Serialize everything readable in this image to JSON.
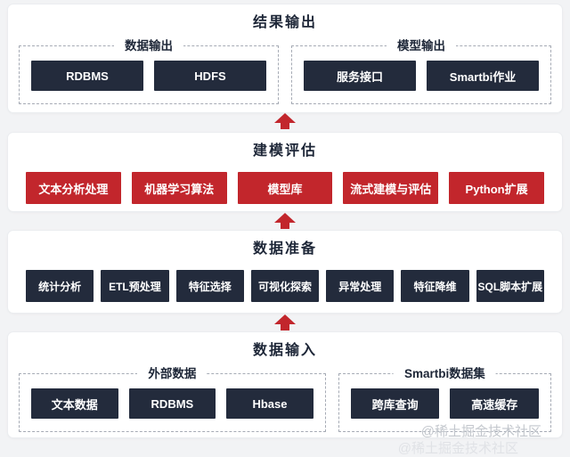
{
  "watermark": {
    "text": "@稀土掘金技术社区"
  },
  "colors": {
    "accent_red": "#c2262c",
    "dark_navy": "#232b3c",
    "title_text": "#1d2637",
    "dashed_border": "#a6abb5",
    "page_background": "#f2f3f5",
    "watermark": "#c3c7cd"
  },
  "sections": [
    {
      "id": "result-output",
      "title": "结果输出",
      "groups": [
        {
          "label": "数据输出",
          "buttons": [
            "RDBMS",
            "HDFS"
          ]
        },
        {
          "label": "模型输出",
          "buttons": [
            "服务接口",
            "Smartbi作业"
          ]
        }
      ]
    },
    {
      "id": "modeling-evaluation",
      "title": "建模评估",
      "button_style": "red",
      "buttons": [
        "文本分析处理",
        "机器学习算法",
        "模型库",
        "流式建模与评估",
        "Python扩展"
      ]
    },
    {
      "id": "data-preparation",
      "title": "数据准备",
      "button_style": "dark",
      "buttons": [
        "统计分析",
        "ETL预处理",
        "特征选择",
        "可视化探索",
        "异常处理",
        "特征降维",
        "SQL脚本扩展"
      ]
    },
    {
      "id": "data-input",
      "title": "数据输入",
      "groups": [
        {
          "label": "外部数据",
          "buttons": [
            "文本数据",
            "RDBMS",
            "Hbase"
          ]
        },
        {
          "label": "Smartbi数据集",
          "buttons": [
            "跨库查询",
            "高速缓存"
          ]
        }
      ]
    }
  ]
}
